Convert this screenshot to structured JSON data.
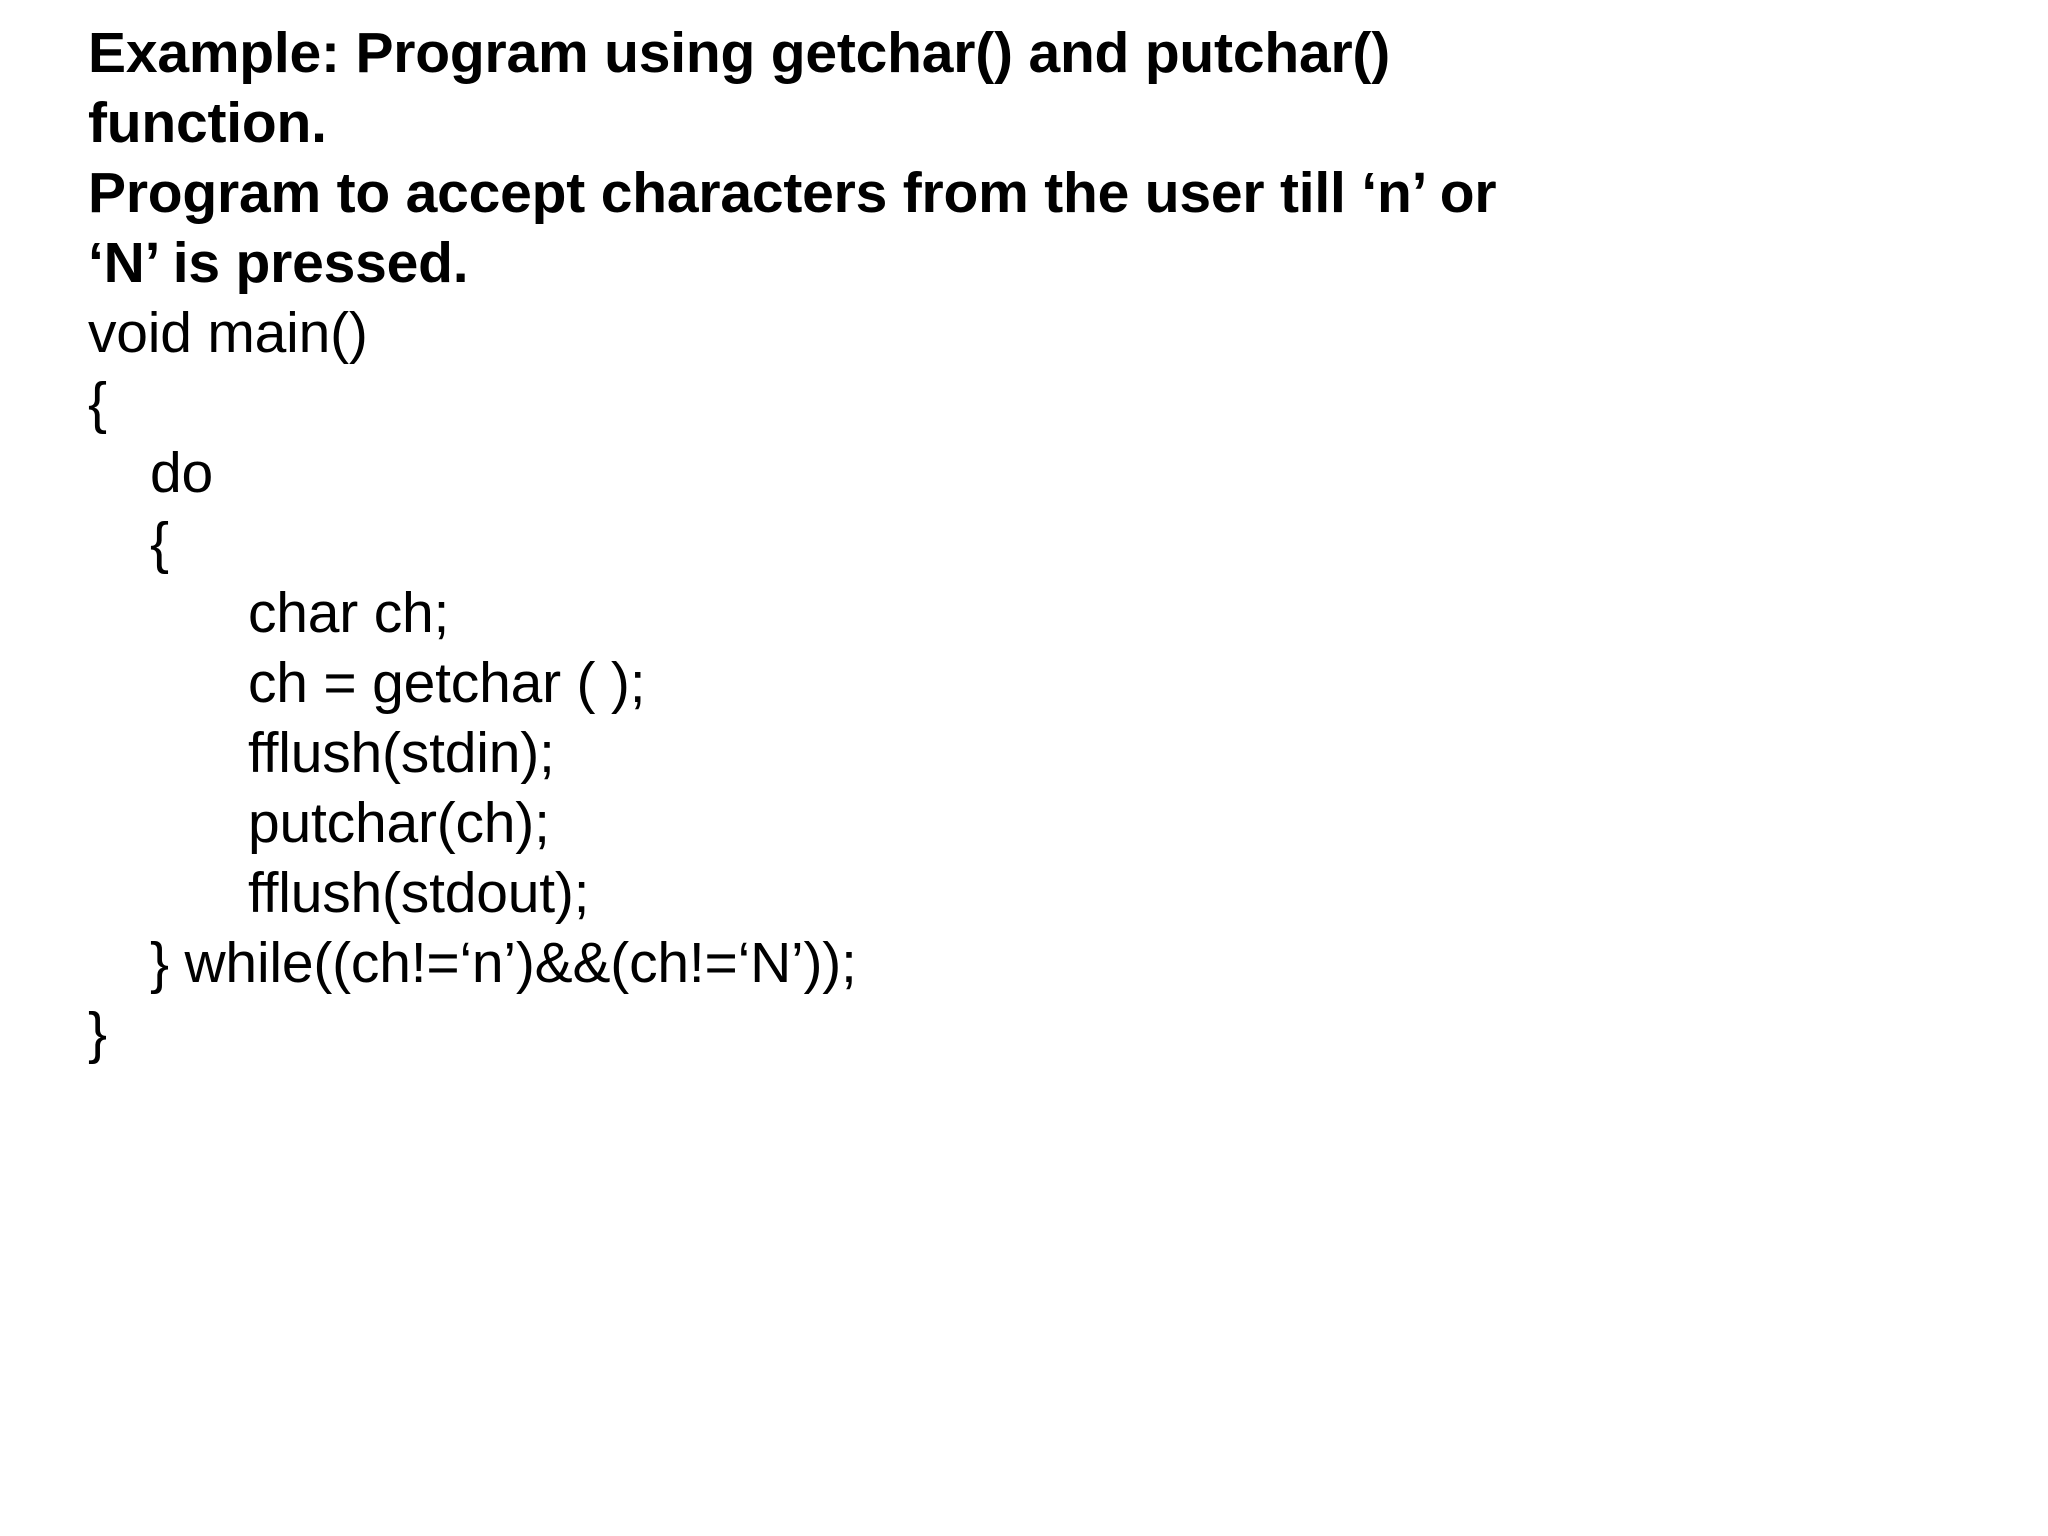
{
  "slide": {
    "background_color": "#ffffff",
    "text_color": "#000000",
    "heading": {
      "lines": [
        "Example: Program using getchar() and putchar()",
        "function.",
        "Program to accept characters from the user till ‘n’ or",
        "‘N’ is pressed."
      ]
    },
    "code": {
      "language": "C",
      "lines": [
        {
          "text": "void main()",
          "indent": 0
        },
        {
          "text": "{",
          "indent": 0
        },
        {
          "text": "do",
          "indent": 1
        },
        {
          "text": "{",
          "indent": 1
        },
        {
          "text": "char ch;",
          "indent": 2
        },
        {
          "text": "ch = getchar ( );",
          "indent": 2
        },
        {
          "text": "fflush(stdin);",
          "indent": 2
        },
        {
          "text": "putchar(ch);",
          "indent": 2
        },
        {
          "text": "fflush(stdout);",
          "indent": 2
        },
        {
          "text": "} while((ch!=‘n’)&&(ch!=‘N’));",
          "indent": 1
        },
        {
          "text": "}",
          "indent": 0
        }
      ]
    }
  }
}
